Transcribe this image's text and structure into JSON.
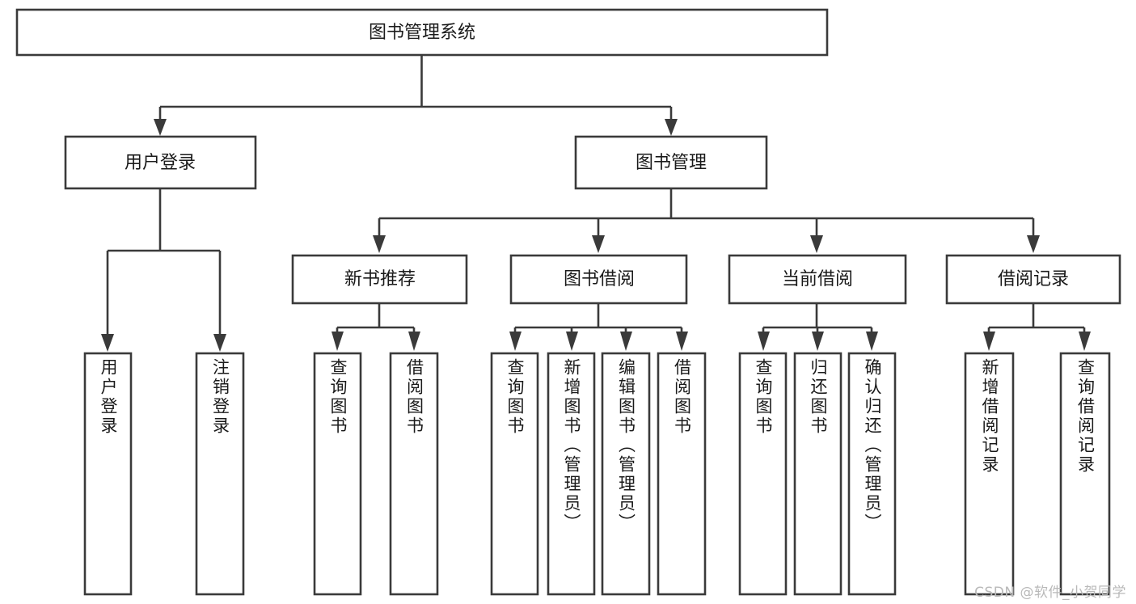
{
  "diagram": {
    "title": "图书管理系统",
    "type": "hierarchy-tree",
    "root": {
      "id": "root",
      "label": "图书管理系统"
    },
    "level2": [
      {
        "id": "user-login",
        "label": "用户登录"
      },
      {
        "id": "book-manage",
        "label": "图书管理"
      }
    ],
    "level3": [
      {
        "id": "new-book-recommend",
        "label": "新书推荐",
        "parent": "book-manage"
      },
      {
        "id": "book-borrow",
        "label": "图书借阅",
        "parent": "book-manage"
      },
      {
        "id": "current-borrow",
        "label": "当前借阅",
        "parent": "book-manage"
      },
      {
        "id": "borrow-record",
        "label": "借阅记录",
        "parent": "book-manage"
      }
    ],
    "leaves": {
      "user-login": [
        {
          "id": "leaf-user-login",
          "label": "用户登录"
        },
        {
          "id": "leaf-user-logout",
          "label": "注销登录"
        }
      ],
      "new-book-recommend": [
        {
          "id": "leaf-query-book-1",
          "label": "查询图书"
        },
        {
          "id": "leaf-borrow-book-1",
          "label": "借阅图书"
        }
      ],
      "book-borrow": [
        {
          "id": "leaf-query-book-2",
          "label": "查询图书"
        },
        {
          "id": "leaf-add-book",
          "label": "新增图书（管理员）"
        },
        {
          "id": "leaf-edit-book",
          "label": "编辑图书（管理员）"
        },
        {
          "id": "leaf-borrow-book-2",
          "label": "借阅图书"
        }
      ],
      "current-borrow": [
        {
          "id": "leaf-query-book-3",
          "label": "查询图书"
        },
        {
          "id": "leaf-return-book",
          "label": "归还图书"
        },
        {
          "id": "leaf-confirm-return",
          "label": "确认归还（管理员）"
        }
      ],
      "borrow-record": [
        {
          "id": "leaf-add-record",
          "label": "新增借阅记录"
        },
        {
          "id": "leaf-query-record",
          "label": "查询借阅记录"
        }
      ]
    },
    "watermark": "CSDN @软件_小贺同学",
    "colors": {
      "stroke": "#3a3a3a",
      "fill": "#ffffff",
      "text": "#1a1a1a",
      "watermark": "#b9b9b9",
      "background": "#ffffff"
    }
  }
}
